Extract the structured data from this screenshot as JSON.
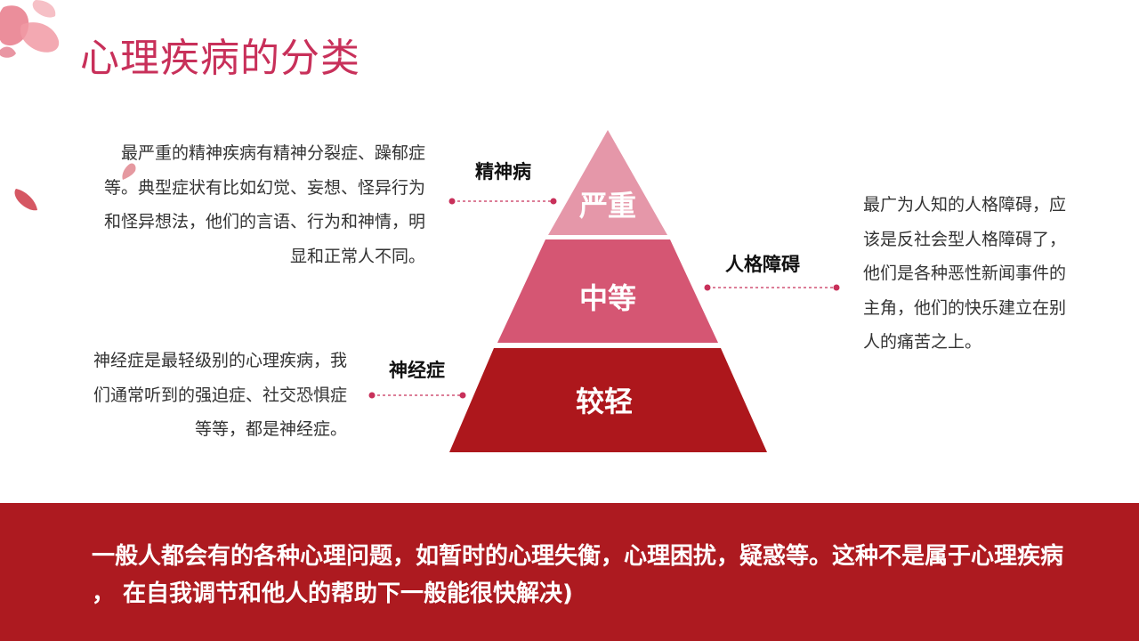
{
  "title": "心理疾病的分类",
  "colors": {
    "title": "#c8305a",
    "tier_severe": "#e597a9",
    "tier_moderate": "#d55673",
    "tier_mild": "#ad171c",
    "footer_band": "#ad1a20",
    "connector": "#c8305a"
  },
  "pyramid": {
    "tiers": [
      {
        "level": "严重",
        "category": "精神病"
      },
      {
        "level": "中等",
        "category": "人格障碍"
      },
      {
        "level": "较轻",
        "category": "神经症"
      }
    ]
  },
  "descriptions": {
    "psychosis": "最严重的精神疾病有精神分裂症、躁郁症等。典型症状有比如幻觉、妄想、怪异行为和怪异想法，他们的言语、行为和神情，明显和正常人不同。",
    "personality_disorder": "最广为人知的人格障碍，应该是反社会型人格障碍了，他们是各种恶性新闻事件的主角，他们的快乐建立在别人的痛苦之上。",
    "neurosis": "神经症是最轻级别的心理疾病，我们通常听到的强迫症、社交恐惧症等等，都是神经症。"
  },
  "footer": {
    "text": "一般人都会有的各种心理问题，如暂时的心理失衡，心理困扰，疑惑等。这种不是属于心理疾病 ，  在自我调节和他人的帮助下一般能很快解决)"
  }
}
